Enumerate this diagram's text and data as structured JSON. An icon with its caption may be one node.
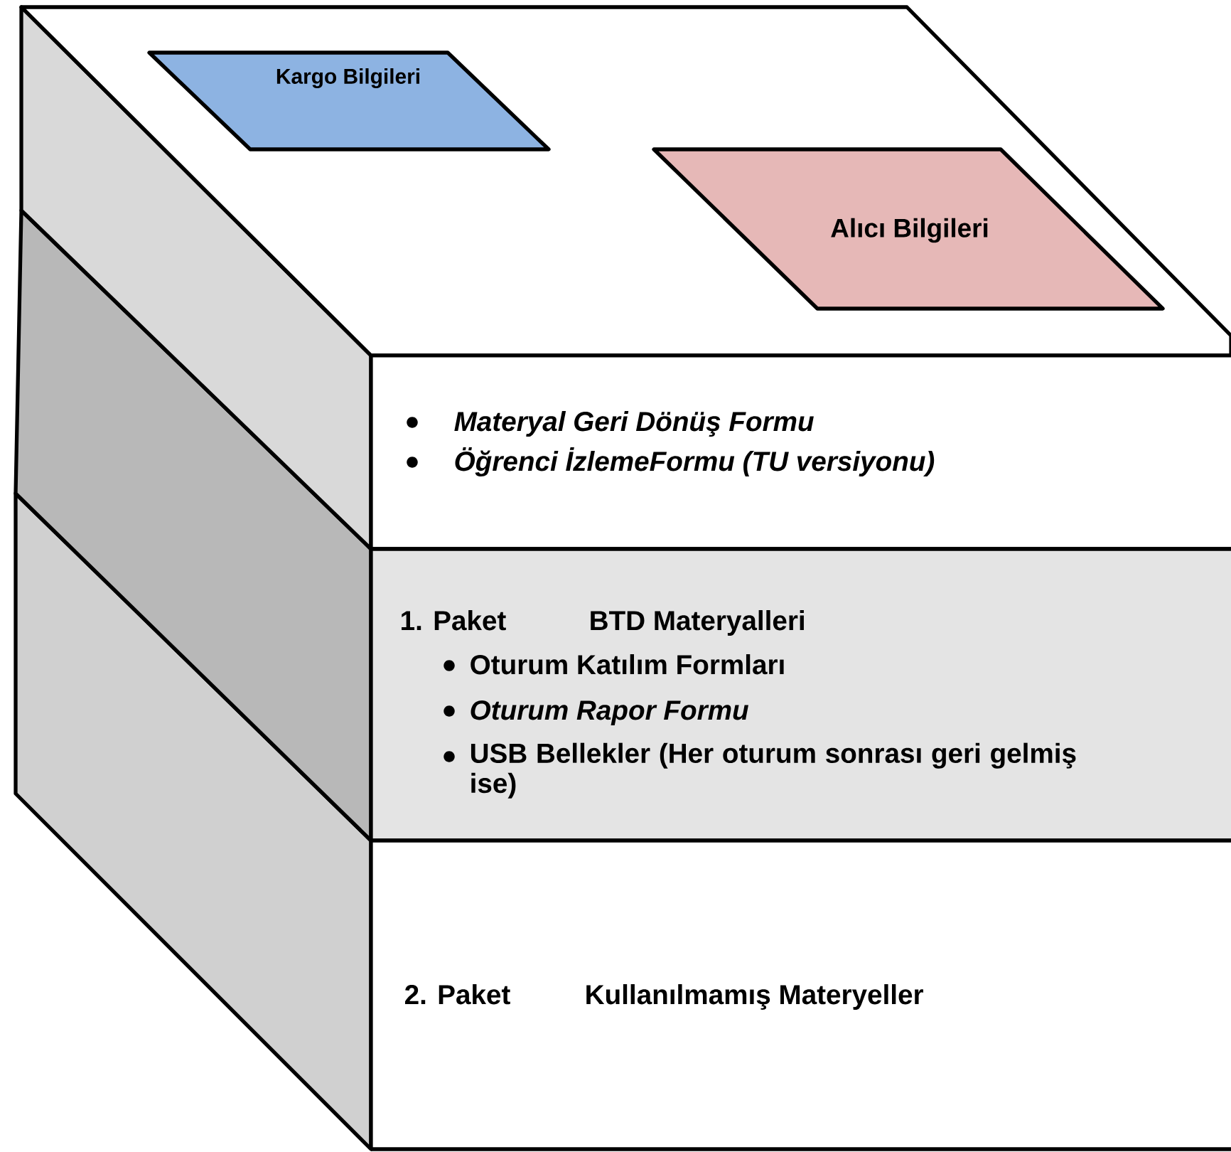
{
  "diagram": {
    "nodes": [
      {
        "text": [
          "Kargo Bilgileri"
        ]
      },
      {
        "text": [
          "Alıcı Bilgileri"
        ]
      },
      {
        "text": [
          "Materyal Geri Dönüş  Formu",
          "Öğrenci İzlemeFormu (TU versiyonu)"
        ]
      },
      {
        "text": [
          "1. Paket",
          "BTD Materyalleri",
          "Oturum Katılım Formları",
          "Oturum Rapor Formu",
          "USB Bellekler (Her oturum sonrası geri gelmiş ise)"
        ]
      },
      {
        "text": [
          "2. Paket",
          "Kullanılmamış Materyeller"
        ]
      },
      {
        "text": [],
        "shape": "box"
      },
      {
        "text": [],
        "shape": "box"
      },
      {
        "text": [],
        "shape": "box"
      }
    ]
  }
}
